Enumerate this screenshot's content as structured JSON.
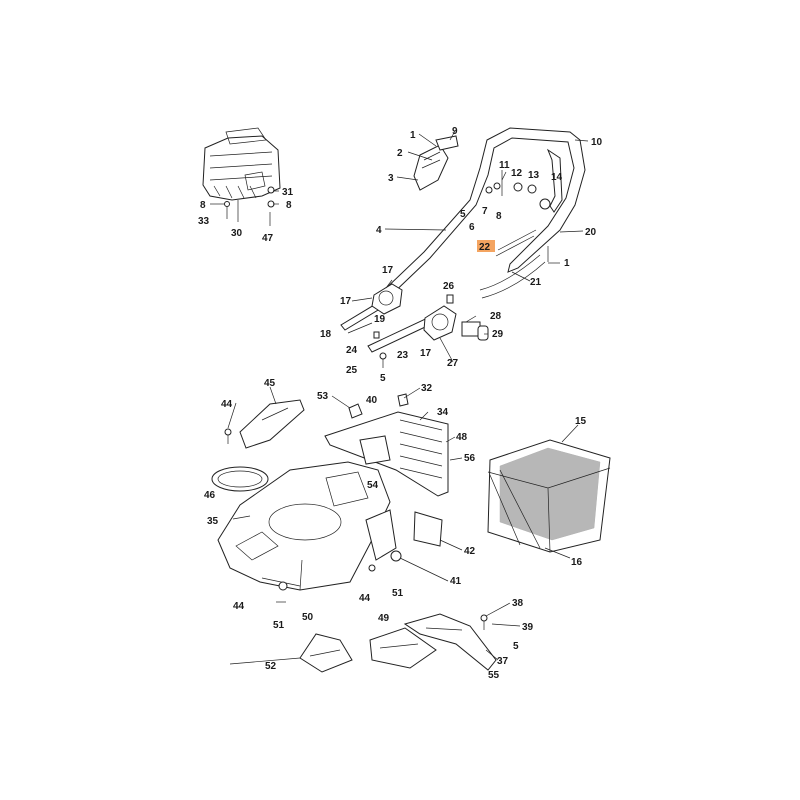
{
  "diagram": {
    "highlight_label": "22",
    "highlight_color": "#f4a460",
    "callouts": {
      "c1a": "1",
      "c9": "9",
      "c2": "2",
      "c3": "3",
      "c10": "10",
      "c11": "11",
      "c12": "12",
      "c13": "13",
      "c14": "14",
      "c6": "6",
      "c7": "7",
      "c5a": "5",
      "c8a": "8",
      "c4": "4",
      "c22": "22",
      "c20": "20",
      "c1b": "1",
      "c21": "21",
      "c31": "31",
      "c8b": "8",
      "c8c": "8",
      "c33": "33",
      "c30": "30",
      "c47": "47",
      "c17a": "17",
      "c17b": "17",
      "c26": "26",
      "c28": "28",
      "c29": "29",
      "c18": "18",
      "c19": "19",
      "c24": "24",
      "c23": "23",
      "c17c": "17",
      "c27": "27",
      "c25": "25",
      "c5b": "5",
      "c45": "45",
      "c44a": "44",
      "c53": "53",
      "c40": "40",
      "c32": "32",
      "c34": "34",
      "c48": "48",
      "c56": "56",
      "c15": "15",
      "c46": "46",
      "c54": "54",
      "c35": "35",
      "c42": "42",
      "c16": "16",
      "c41": "41",
      "c44b": "44",
      "c51a": "51",
      "c44c": "44",
      "c51b": "51",
      "c50": "50",
      "c38": "38",
      "c39": "39",
      "c5c": "5",
      "c37": "37",
      "c55": "55",
      "c49": "49",
      "c52": "52"
    }
  }
}
